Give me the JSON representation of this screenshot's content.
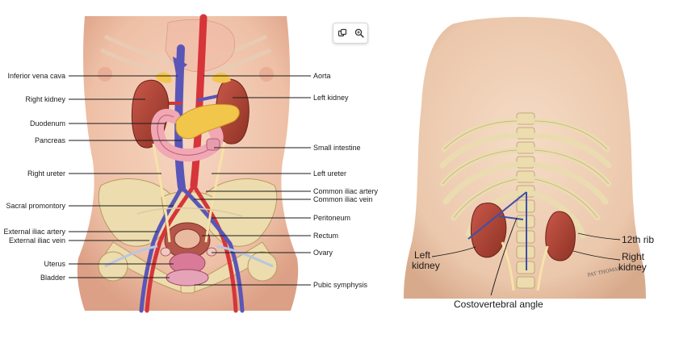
{
  "left_figure": {
    "labels_left": [
      "Inferior vena cava",
      "Right kidney",
      "Duodenum",
      "Pancreas",
      "Right ureter",
      "Sacral promontory",
      "External iliac artery",
      "External iliac vein",
      "Uterus",
      "Bladder"
    ],
    "labels_right": [
      "Aorta",
      "Left kidney",
      "Small intestine",
      "Left ureter",
      "Common iliac artery",
      "Common iliac vein",
      "Peritoneum",
      "Rectum",
      "Ovary",
      "Pubic symphysis"
    ]
  },
  "right_figure": {
    "labels": {
      "left_kidney": "Left\nkidney",
      "twelfth_rib": "12th rib",
      "right_kidney": "Right\nkidney",
      "costovertebral_angle": "Costovertebral angle"
    },
    "signature": "PAT THOMAS"
  },
  "toolbar": {
    "icons": [
      "copy-icon",
      "zoom-in-icon"
    ]
  },
  "colors": {
    "skin": "#f1c6ad",
    "kidney": "#a8402f",
    "artery": "#d6353a",
    "vein": "#5a56b8",
    "pancreas": "#f2c64a",
    "bone": "#ecdcae",
    "duodenum": "#f1a7b4"
  }
}
